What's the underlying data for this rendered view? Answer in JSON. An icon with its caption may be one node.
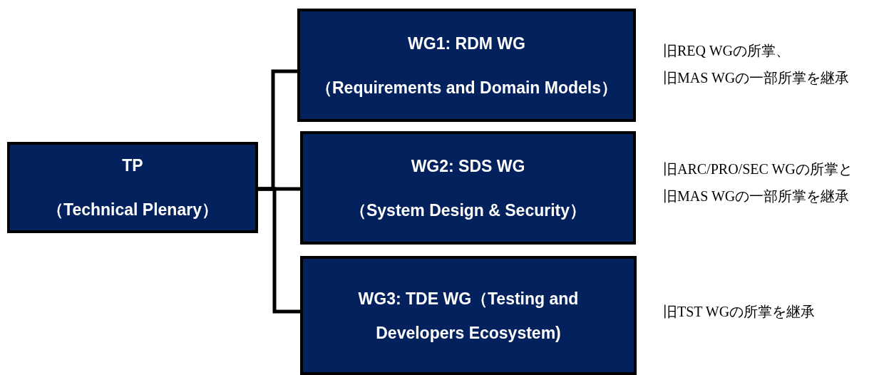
{
  "diagram": {
    "nodes": [
      {
        "text": [
          "TP",
          "（Technical Plenary）"
        ]
      },
      {
        "text": [
          "WG1: RDM WG",
          "（Requirements and Domain Models）"
        ],
        "beside": [
          "旧REQ WGの所掌、",
          "旧MAS WGの一部所掌を継承"
        ]
      },
      {
        "text": [
          "WG2: SDS WG",
          "（System Design & Security）"
        ],
        "beside": [
          "旧ARC/PRO/SEC WGの所掌と",
          "旧MAS WGの一部所掌を継承"
        ]
      },
      {
        "text": [
          "WG3: TDE WG（Testing and Developers Ecosystem)"
        ],
        "beside": [
          "旧TST WGの所掌を継承"
        ]
      }
    ],
    "edges": [
      {
        "from": 0,
        "to": 1,
        "arrow": "none"
      },
      {
        "from": 0,
        "to": 2,
        "arrow": "none"
      },
      {
        "from": 0,
        "to": 3,
        "arrow": "none"
      }
    ]
  }
}
